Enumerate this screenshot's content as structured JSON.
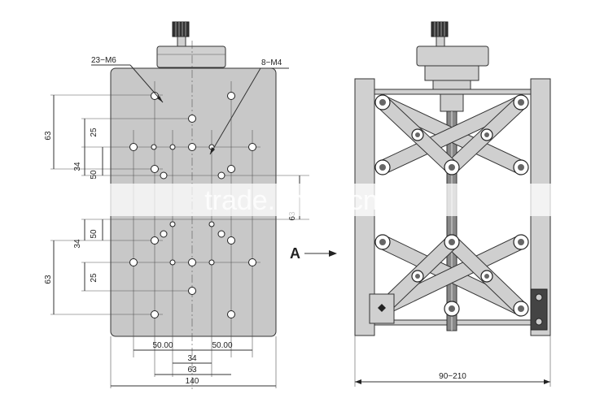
{
  "front_view": {
    "callout_holes_m6": "23−M6",
    "callout_holes_m4": "8−M4",
    "dim_left_upper_63": "63",
    "dim_left_upper_25": "25",
    "dim_left_upper_34": "34",
    "dim_left_upper_50": "50",
    "dim_left_lower_50": "50",
    "dim_left_lower_34": "34",
    "dim_left_lower_25": "25",
    "dim_left_lower_63": "63",
    "dim_right_partial": "63",
    "dim_bottom_50_left": "50.00",
    "dim_bottom_50_right": "50.00",
    "dim_bottom_34": "34",
    "dim_bottom_63": "63",
    "dim_bottom_140": "140"
  },
  "side_view": {
    "view_arrow_label": "A",
    "dim_height_range": "90−210"
  },
  "watermark": "trade.china.cn"
}
